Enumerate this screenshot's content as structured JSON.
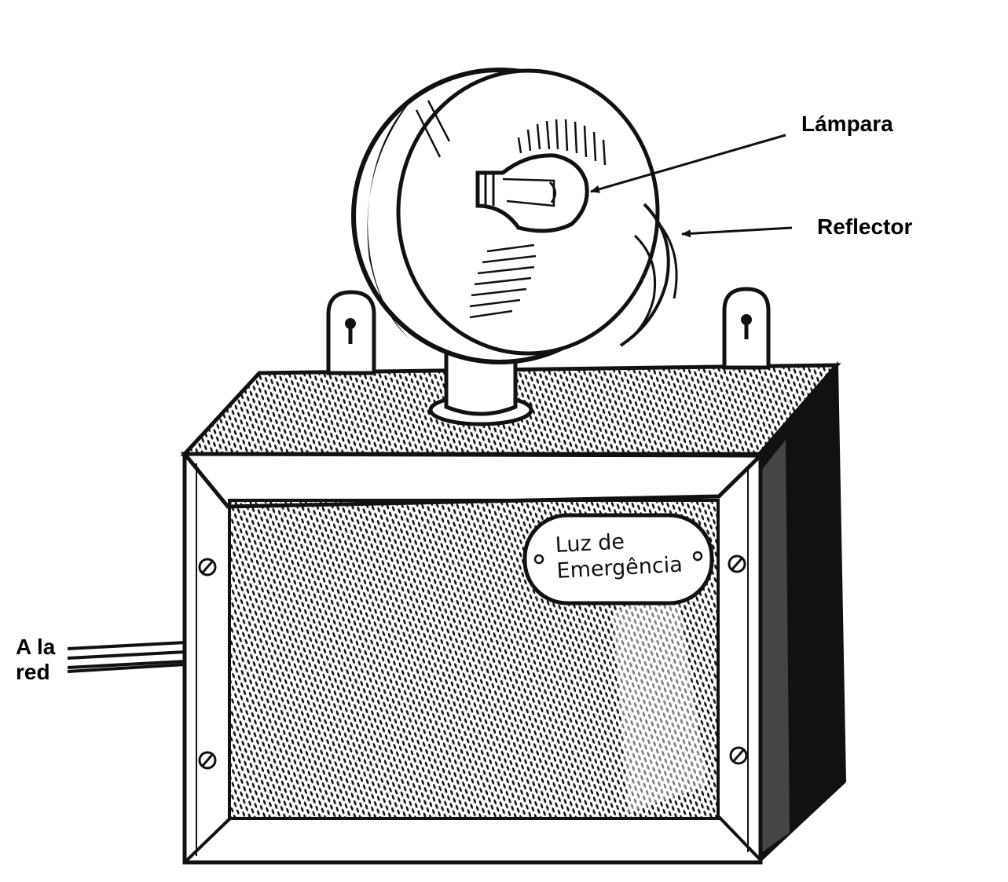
{
  "labels": {
    "lampara": "Lámpara",
    "reflector": "Reflector",
    "mains_line1": "A la",
    "mains_line2": "red"
  },
  "nameplate": {
    "line1": "Luz de",
    "line2": "Emergência"
  },
  "colors": {
    "ink": "#111111",
    "paper": "#ffffff"
  }
}
